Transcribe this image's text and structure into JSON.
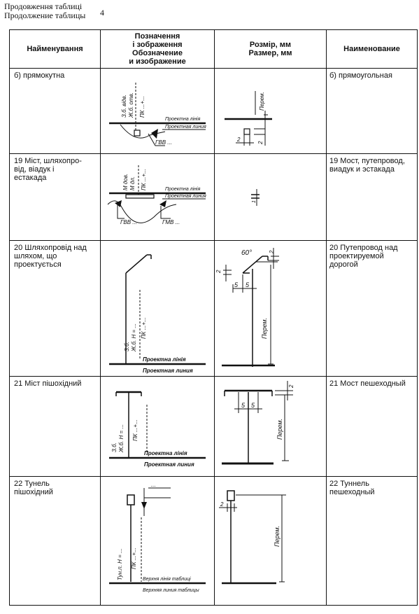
{
  "continuation": {
    "line_uk": "Продовження таблиці",
    "line_ru": "Продолжение таблицы",
    "table_no": "4"
  },
  "headers": {
    "name_uk": "Найменування",
    "symbol": "Позначення\nі зображення\nОбозначение\nи изображение",
    "size": "Розмір, мм\nРазмер, мм",
    "name_ru": "Наименование"
  },
  "rows": [
    {
      "name_uk": "б) прямокутна",
      "name_ru": "б) прямоугольная"
    },
    {
      "name_uk": "19 Міст, шляхопро-\nвід, віадук і\nестакада",
      "name_ru": "19 Мост, путепровод,\nвиадук и эстакада"
    },
    {
      "name_uk": "20 Шляхопровід над\nшляхом, що\nпроектується",
      "name_ru": "20 Путепровод над\nпроектируемой\nдорогой"
    },
    {
      "name_uk": "21 Міст пішохідний",
      "name_ru": "21 Мост пешеходный"
    },
    {
      "name_uk": "22 Тунель\nпішохідний",
      "name_ru": "22 Туннель\nпешеходный"
    }
  ],
  "labels": {
    "proj_uk": "Проектна лінія",
    "proj_ru": "Проектная линия",
    "top_uk": "Верхня лінія таблиці",
    "top_ru": "Верхняя линия таблицы",
    "gvv": "ГВВ ...",
    "gmv": "ГМВ ...",
    "r18_vert1": "З.б. відв.",
    "r18_vert2": "Ж.б. отв.",
    "r18_vert3": "ПК ...+...",
    "r19_vert1": "М дов.",
    "r19_vert2": "М дл.",
    "r19_vert3": "ПК ...+...",
    "r20_vert1": "З.б.",
    "r20_vert2": "Ж.б.  Н = ...",
    "r20_vert3": "ПК ...+...",
    "r21_vert1": "З.б.",
    "r21_vert2": "Ж.б.  Н = ...",
    "r21_vert3": "ПК ...+...",
    "r22_vert1": "Тун.п.  Н = ...",
    "r22_vert2": "ПК ...+...",
    "r22_dots": "...",
    "perem": "Перем.",
    "angle": "60°",
    "d1": "1",
    "d2": "2",
    "d5": "5"
  }
}
